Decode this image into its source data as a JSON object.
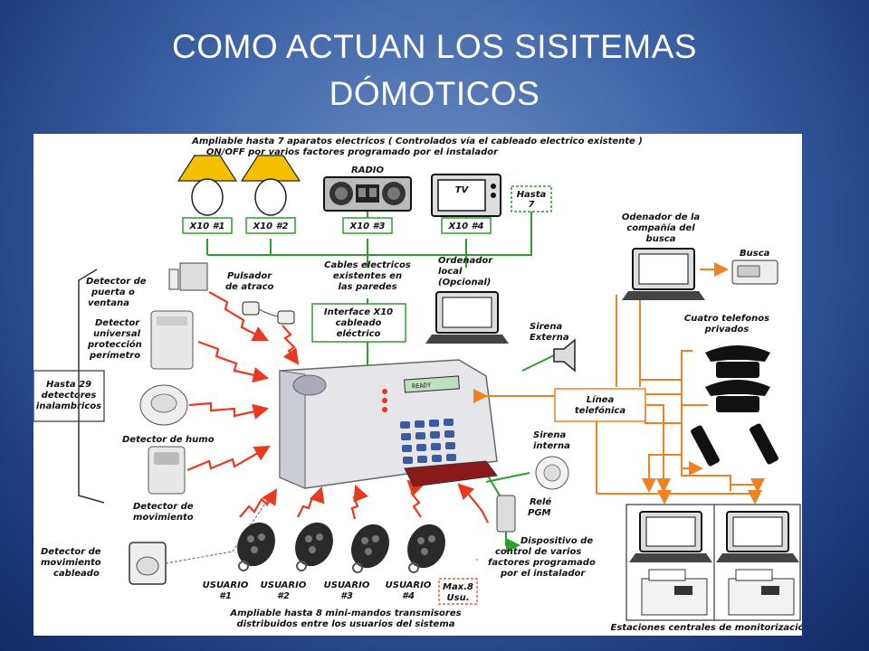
{
  "slide": {
    "title_line1": "COMO ACTUAN LOS SISITEMAS",
    "title_line2": "DÓMOTICOS"
  },
  "diagram": {
    "top_caption_1": "Ampliable hasta 7 aparatos electricos ( Controlados vía el cableado electrico existente )",
    "top_caption_2": "ON/OFF por varios factores programado por el instalador",
    "radio_label": "RADIO",
    "tv_screen_label": "TV",
    "hasta7_1": "Hasta",
    "hasta7_2": "7",
    "x10_modules": [
      "X10 #1",
      "X10 #2",
      "X10 #3",
      "X10 #4"
    ],
    "cables_1": "Cables electricos",
    "cables_2": "existentes en",
    "cables_3": "las paredes",
    "ordenador_1": "Ordenador",
    "ordenador_2": "local",
    "ordenador_3": "(Opcional)",
    "interface_1": "Interface X10",
    "interface_2": "cableado",
    "interface_3": "eléctrico",
    "pulsador_1": "Pulsador",
    "pulsador_2": "de atraco",
    "puerta_1": "Detector de",
    "puerta_2": "puerta o",
    "puerta_3": "ventana",
    "universal_1": "Detector",
    "universal_2": "universal",
    "universal_3": "protección",
    "universal_4": "perímetro",
    "hasta29_1": "Hasta 29",
    "hasta29_2": "detectores",
    "hasta29_3": "inalambricos",
    "humo": "Detector de humo",
    "movimiento_1": "Detector de",
    "movimiento_2": "movimiento",
    "mov_cableado_1": "Detector de",
    "mov_cableado_2": "movimiento",
    "mov_cableado_3": "cableado",
    "sirena_ext_1": "Sirena",
    "sirena_ext_2": "Externa",
    "sirena_int_1": "Sirena",
    "sirena_int_2": "interna",
    "rele_1": "Relé",
    "rele_2": "PGM",
    "dispositivo_1": "Dispositivo de",
    "dispositivo_2": "control de varios",
    "dispositivo_3": "factores programado",
    "dispositivo_4": "por el instalador",
    "odenador_1": "Odenador de la",
    "odenador_2": "compañía del",
    "odenador_3": "busca",
    "busca": "Busca",
    "cuatro_1": "Cuatro telefonos",
    "cuatro_2": "privados",
    "linea_1": "Línea",
    "linea_2": "telefónica",
    "users": [
      {
        "name": "USUARIO",
        "num": "#1"
      },
      {
        "name": "USUARIO",
        "num": "#2"
      },
      {
        "name": "USUARIO",
        "num": "#3"
      },
      {
        "name": "USUARIO",
        "num": "#4"
      }
    ],
    "max8_1": "Max.8",
    "max8_2": "Usu.",
    "bottom_caption_1": "Ampliable hasta 8 mini-mandos transmisores",
    "bottom_caption_2": "distribuidos entre los usuarios del sistema",
    "estaciones": "Estaciones centrales de monitorización",
    "panel_display": "READY",
    "colors": {
      "wire_green": "#2e9e2e",
      "signal_red": "#e83820",
      "phone_orange": "#f08020",
      "lamp_shade": "#f5c000"
    }
  }
}
